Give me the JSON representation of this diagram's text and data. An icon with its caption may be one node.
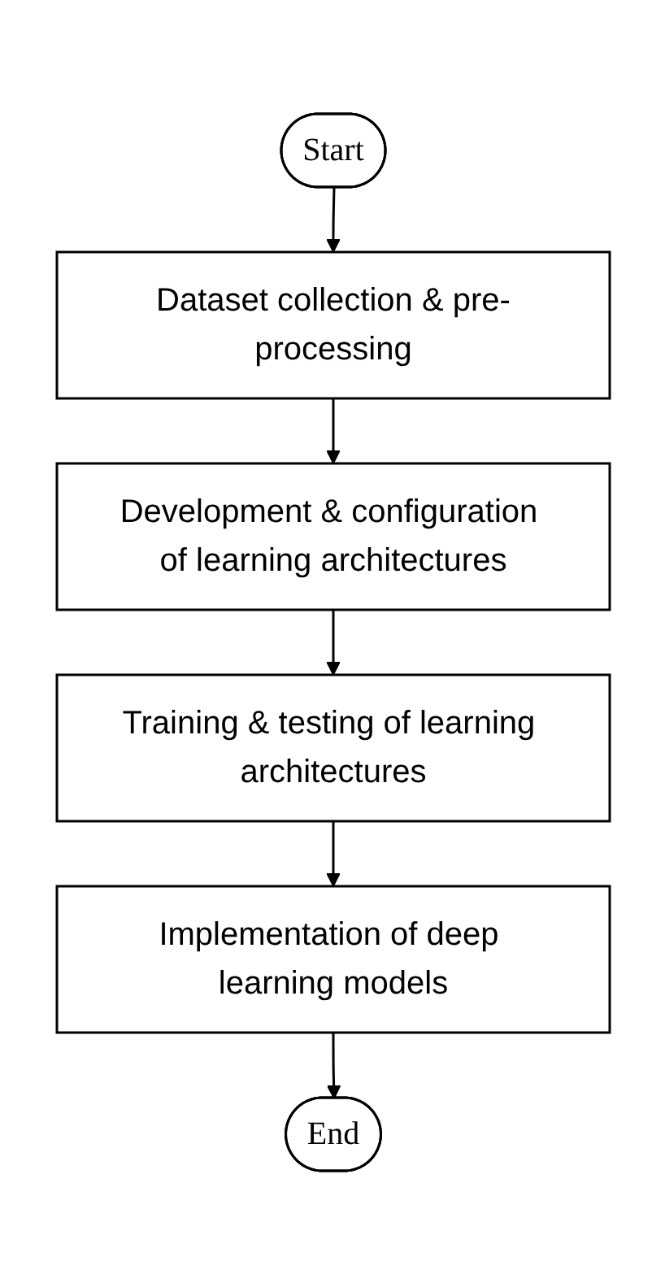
{
  "diagram": {
    "nodes": [
      {
        "text": [
          "Start"
        ]
      },
      {
        "text": [
          "Dataset collection & pre-processing"
        ]
      },
      {
        "text": [
          "Development & configuration of learning architectures"
        ]
      },
      {
        "text": [
          "Training & testing of learning architectures"
        ]
      },
      {
        "text": [
          "Implementation of deep learning models"
        ]
      },
      {
        "text": [
          "End"
        ]
      }
    ],
    "edges": [
      {
        "from": 0,
        "to": 1,
        "arrow": "to"
      },
      {
        "from": 1,
        "to": 2,
        "arrow": "to"
      },
      {
        "from": 2,
        "to": 3,
        "arrow": "to"
      },
      {
        "from": 3,
        "to": 4,
        "arrow": "to"
      },
      {
        "from": 4,
        "to": 5,
        "arrow": "to"
      }
    ]
  }
}
